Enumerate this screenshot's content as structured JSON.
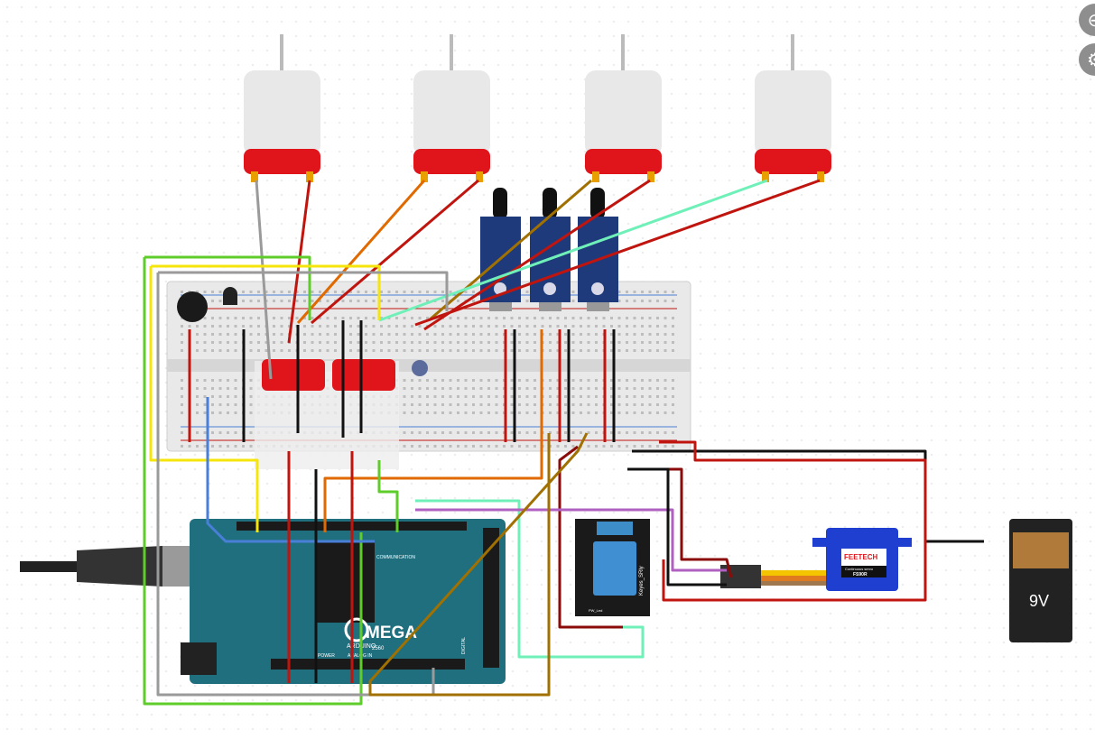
{
  "controls": {
    "zoom_out_icon": "minus-circle-icon",
    "settings_icon": "gear-icon"
  },
  "arduino": {
    "logo_text": "ARDUINO",
    "model": "MEGA",
    "chip": "2560",
    "comm_label": "COMMUNICATION",
    "digital_label": "DIGITAL",
    "power_label": "POWER",
    "analog_label": "ANALOG IN",
    "color": "#1f6f7f"
  },
  "relay": {
    "label": "Keyes_SRly",
    "led_label": "PW_Led",
    "color": "#1a1a1a"
  },
  "servo": {
    "brand": "FEETECH",
    "type": "Continuous servo",
    "model": "FS90R",
    "color": "#1f3fd0"
  },
  "battery": {
    "label": "9V"
  },
  "motors": {
    "count": 4,
    "body_color": "#e8e8e8",
    "cap_color": "#e0151b"
  },
  "ir_sensors": {
    "count": 3,
    "board_color": "#1e3a7a"
  },
  "wire_colors": {
    "red": "#c0150f",
    "black": "#111111",
    "green": "#5ecc2a",
    "yellow": "#f5e50a",
    "gray": "#9a9a9a",
    "orange": "#e06a00",
    "brown": "#a07000",
    "mint": "#6ff0b8",
    "purple": "#b060c0",
    "blue": "#4a7fd8",
    "darkred": "#8b0a0a"
  }
}
